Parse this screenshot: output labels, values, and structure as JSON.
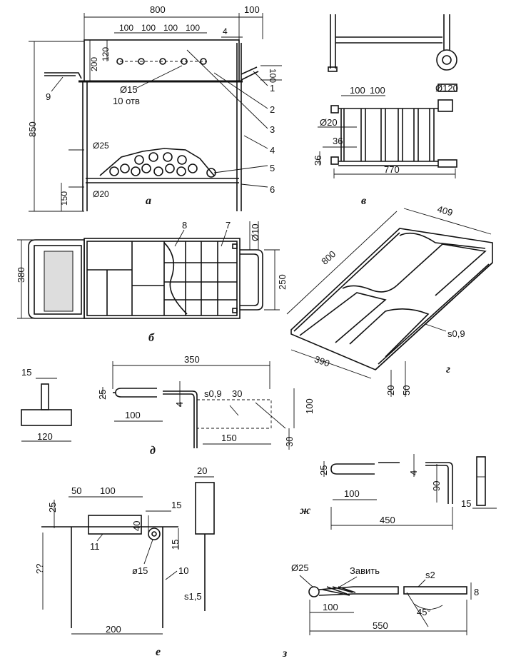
{
  "views": {
    "a": {
      "label": "а",
      "dims": {
        "width": "800",
        "ext": "100",
        "holes": [
          "100",
          "100",
          "100",
          "100"
        ],
        "four": "4",
        "h200": "200",
        "h120": "120",
        "h100": "100",
        "height": "850",
        "pipe": "Ø25",
        "hole": "Ø15",
        "hole_count": "10 отв",
        "bottom": "Ø20",
        "h150": "150"
      },
      "callouts": [
        "1",
        "2",
        "3",
        "4",
        "5",
        "6",
        "9"
      ]
    },
    "b": {
      "label": "б",
      "dims": {
        "h380": "380",
        "h250": "250",
        "d10": "Ø10"
      },
      "callouts": [
        "8",
        "7"
      ]
    },
    "v": {
      "label": "в",
      "dims": {
        "a": "100",
        "b": "100",
        "d120": "Ø120",
        "d20": "Ø20",
        "s36a": "36",
        "s36b": "36",
        "len": "770"
      }
    },
    "g": {
      "label": "г",
      "dims": {
        "len": "800",
        "w409": "409",
        "w390": "390",
        "s": "s0,9",
        "d20": "20",
        "d50": "50"
      }
    },
    "d": {
      "label": "д",
      "dims": {
        "d15": "15",
        "d120": "120",
        "d350": "350",
        "d25": "25",
        "d4": "4",
        "s": "s0,9",
        "d30a": "30",
        "d100a": "100",
        "d100b": "100",
        "d150": "150",
        "d30b": "30"
      }
    },
    "e": {
      "label": "е",
      "dims": {
        "d25": "25",
        "d50": "50",
        "d100": "100",
        "d40": "40",
        "d15a": "15",
        "d15b": "15",
        "d20": "20",
        "hole": "ø15",
        "s": "s1,5",
        "len": "200",
        "side": "??"
      },
      "callouts": [
        "11",
        "10"
      ]
    },
    "zh": {
      "label": "ж",
      "dims": {
        "d25": "25",
        "d100": "100",
        "d4": "4",
        "d90": "90",
        "d450": "450",
        "d15": "15"
      }
    },
    "z": {
      "label": "з",
      "dims": {
        "d25": "Ø25",
        "note": "Завить",
        "s": "s2",
        "d8": "8",
        "d100": "100",
        "angle": "45°",
        "d550": "550"
      }
    }
  }
}
